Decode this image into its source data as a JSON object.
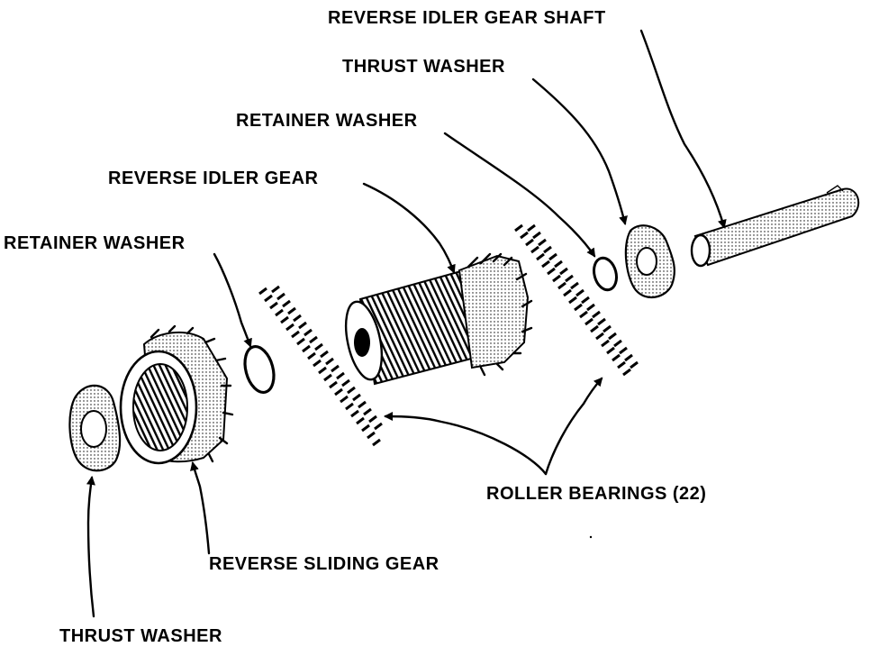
{
  "labels": {
    "reverse_idler_gear_shaft": "REVERSE IDLER GEAR SHAFT",
    "thrust_washer_top": "THRUST WASHER",
    "retainer_washer_top": "RETAINER WASHER",
    "reverse_idler_gear": "REVERSE  IDLER GEAR",
    "retainer_washer_left": "RETAINER WASHER",
    "roller_bearings": "ROLLER BEARINGS (22)",
    "reverse_sliding_gear": "REVERSE SLIDING GEAR",
    "thrust_washer_bottom": "THRUST WASHER"
  }
}
